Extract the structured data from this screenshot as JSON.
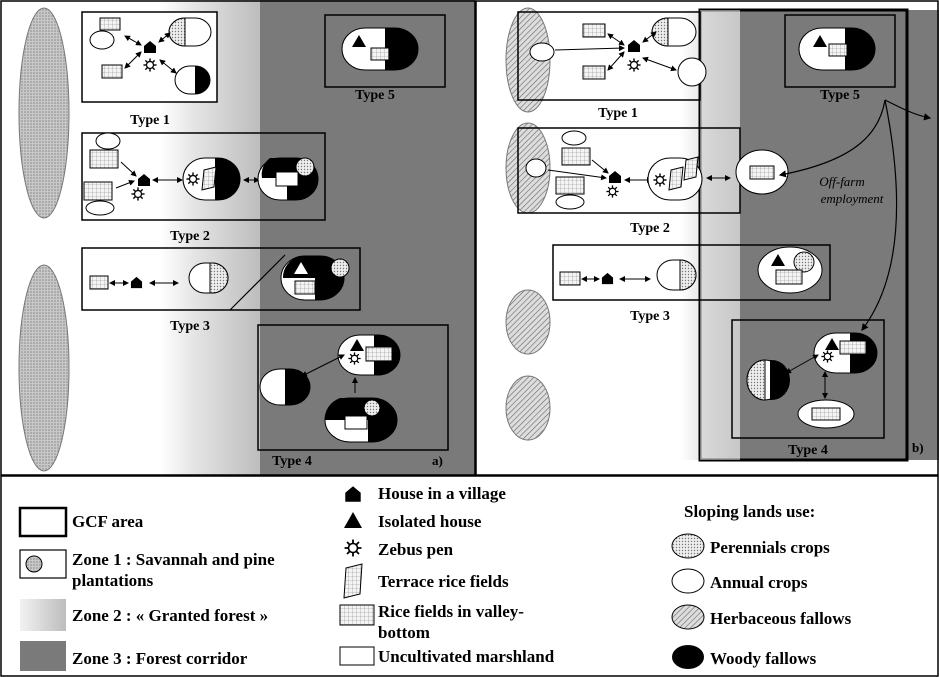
{
  "panels": {
    "a": {
      "label": "a)",
      "types": [
        "Type 1",
        "Type 2",
        "Type 3",
        "Type 4",
        "Type 5"
      ]
    },
    "b": {
      "label": "b)",
      "types": [
        "Type 1",
        "Type 2",
        "Type 3",
        "Type 4",
        "Type 5"
      ],
      "flow_label_1": "Off-farm",
      "flow_label_2": "employment"
    }
  },
  "legend": {
    "gcf_area": "GCF area",
    "zone1_line1": "Zone 1 : Savannah and pine",
    "zone1_line2": "plantations",
    "zone2": "Zone 2 : « Granted forest »",
    "zone3": "Zone 3 : Forest corridor",
    "house_village": "House in a village",
    "isolated_house": "Isolated house",
    "zebus_pen": "Zebus pen",
    "terrace_rice": "Terrace rice fields",
    "rice_valley_line1": "Rice fields in valley-",
    "rice_valley_line2": "bottom",
    "marshland": "Uncultivated marshland",
    "sloping_title": "Sloping lands use:",
    "perennial": "Perennials crops",
    "annual": "Annual crops",
    "herbaceous": "Herbaceous fallows",
    "woody": "Woody fallows"
  },
  "colors": {
    "zone3": "#7a7a7a",
    "zone2": "#bdbdbd",
    "zone2_mid": "#d4d4d4",
    "black": "#000000",
    "white": "#ffffff"
  }
}
